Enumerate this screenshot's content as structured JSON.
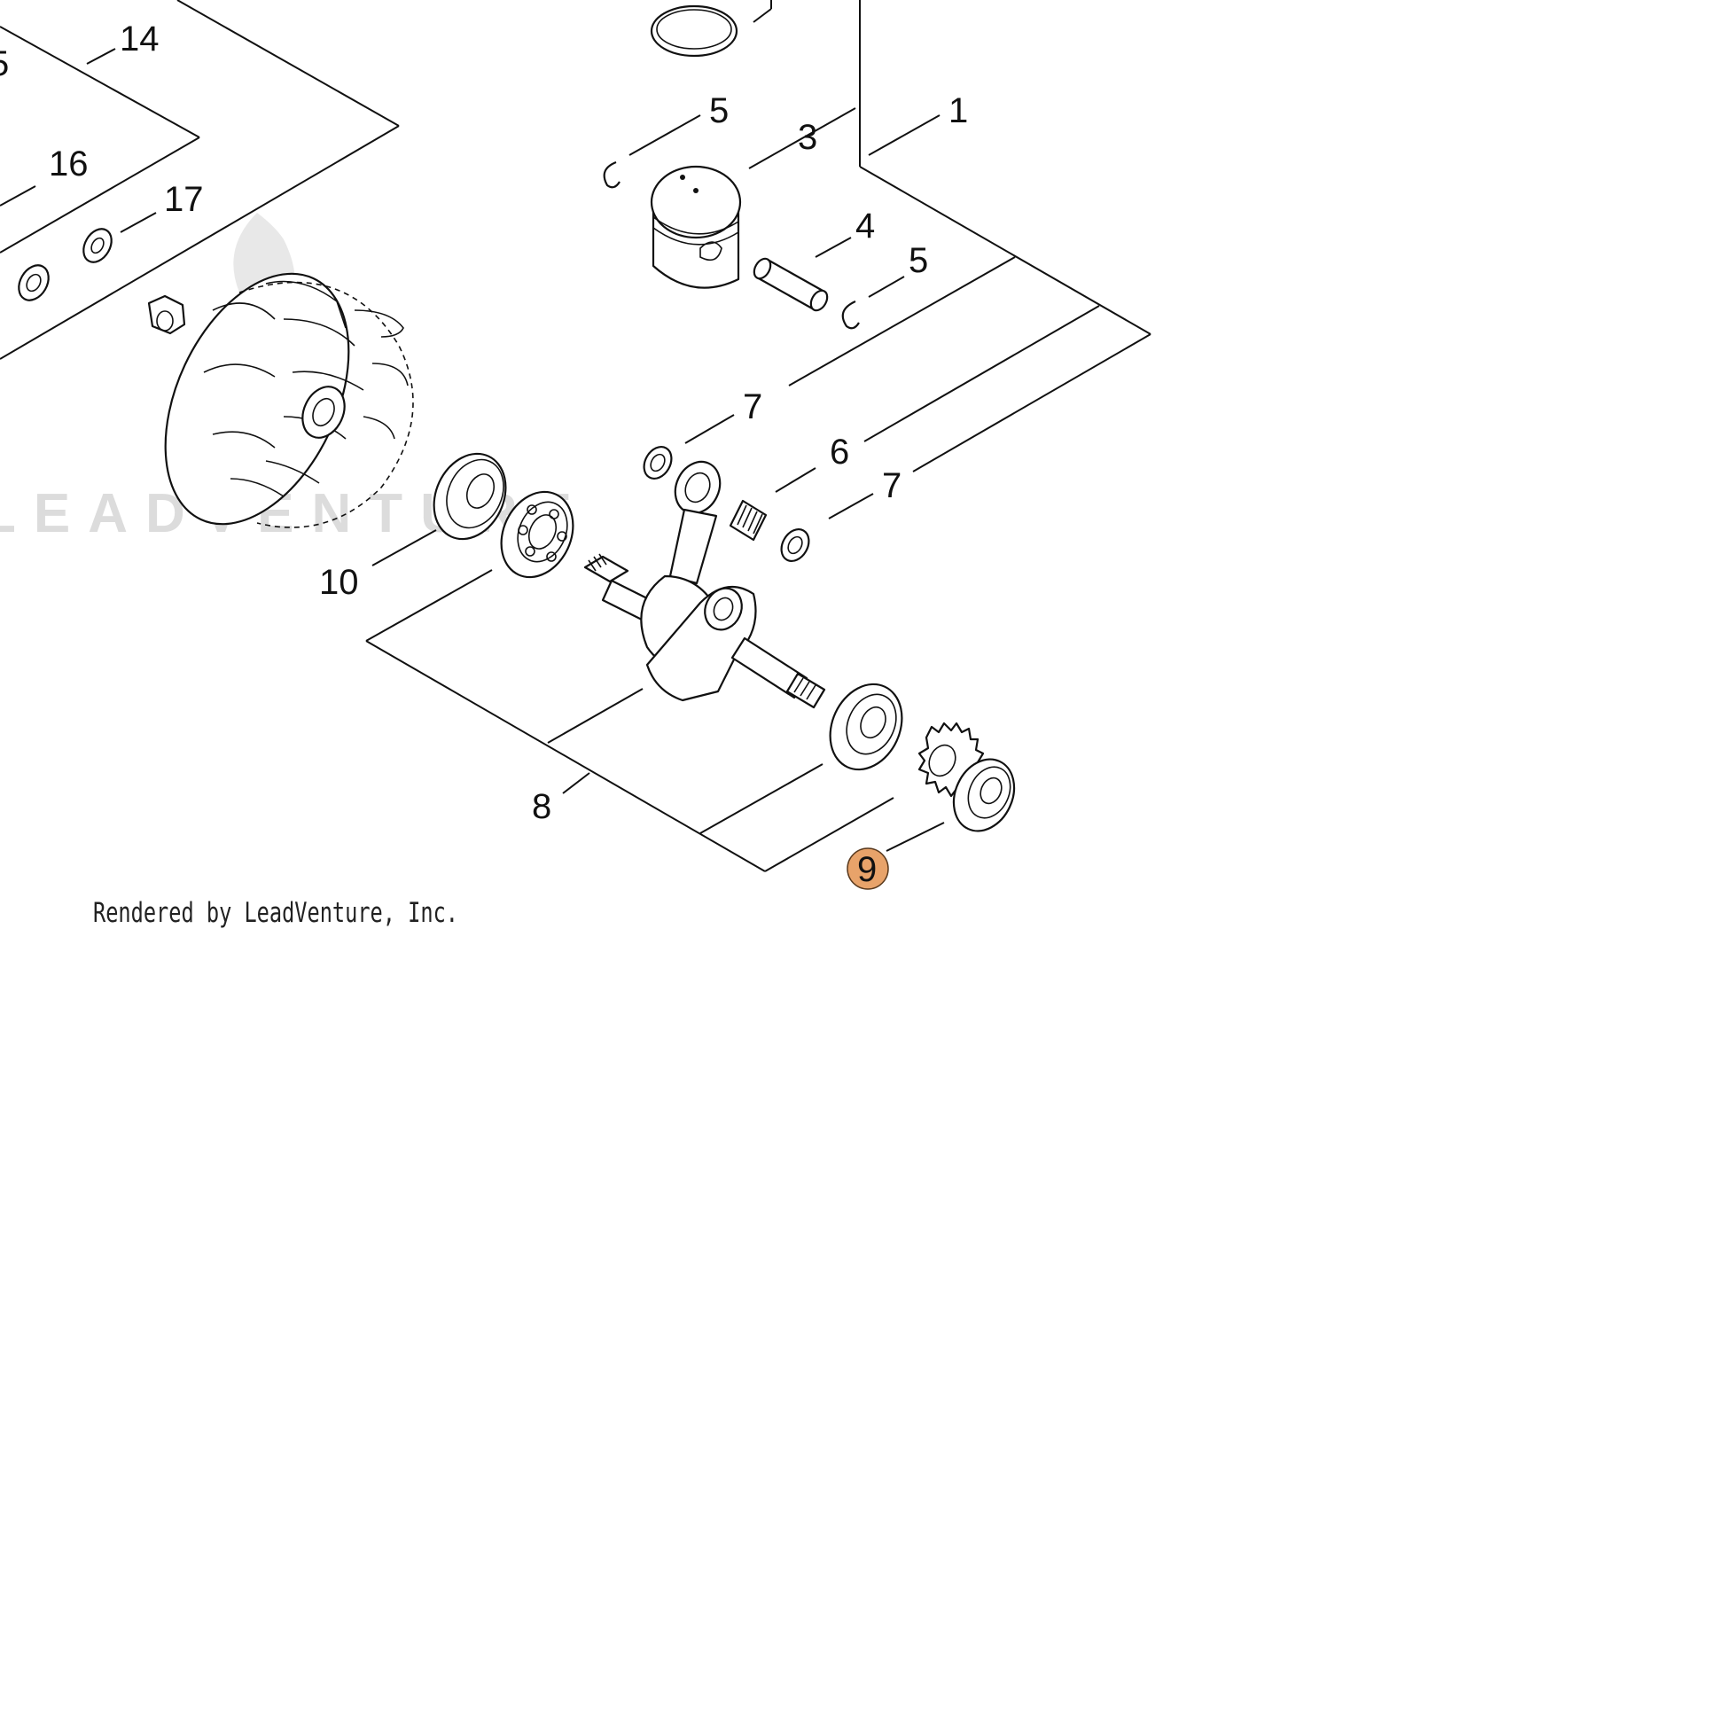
{
  "diagram": {
    "callouts": [
      "14",
      "5",
      "16",
      "17",
      "1",
      "5",
      "3",
      "4",
      "5",
      "7",
      "6",
      "7",
      "10",
      "8",
      "9"
    ],
    "highlighted_callout": "9",
    "highlight_color": "#e8a36a",
    "watermark": "LEADVENTURE",
    "footer": "Rendered by LeadVenture, Inc."
  },
  "parts": {
    "flywheel": "flywheel-icon",
    "piston": "piston-icon",
    "piston_ring": "piston-ring-icon",
    "piston_pin": "piston-pin-icon",
    "circlip": "circlip-icon",
    "connecting_rod": "connecting-rod-icon",
    "crankshaft": "crankshaft-icon",
    "needle_bearing": "needle-bearing-icon",
    "ball_bearing": "ball-bearing-icon",
    "oil_seal": "oil-seal-icon",
    "gear": "gear-icon",
    "washer": "washer-icon",
    "nut": "nut-icon"
  }
}
